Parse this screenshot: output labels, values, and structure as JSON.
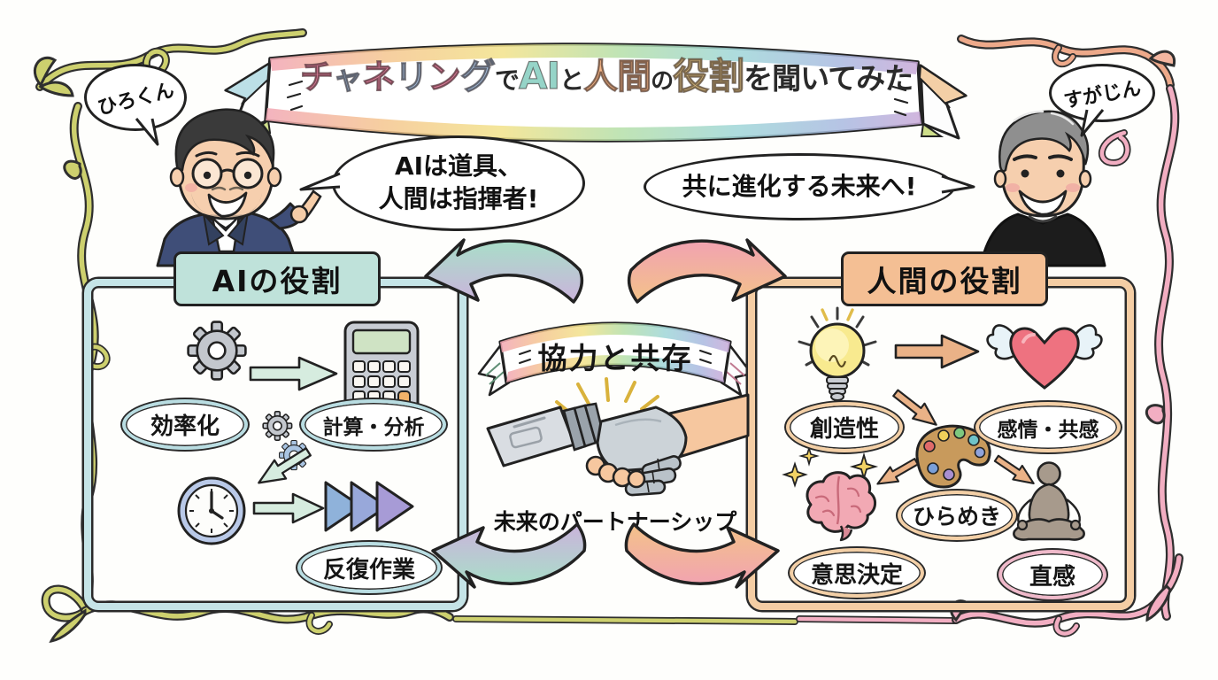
{
  "title": {
    "full_text": "チャネリングでAIと人間の役割を聞いてみた",
    "segments": [
      {
        "t": "チ",
        "c": "#e2829e",
        "s": 38
      },
      {
        "t": "ャ",
        "c": "#a3bad6",
        "s": 34
      },
      {
        "t": "ネ",
        "c": "#e2829e",
        "s": 38
      },
      {
        "t": "リ",
        "c": "#a3bad6",
        "s": 38
      },
      {
        "t": "ン",
        "c": "#e2829e",
        "s": 38
      },
      {
        "t": "グ",
        "c": "#a3bad6",
        "s": 40
      },
      {
        "t": "で",
        "c": "#2a2a2a",
        "s": 28
      },
      {
        "t": "AI",
        "c": "#96d4c8",
        "s": 42
      },
      {
        "t": "と",
        "c": "#2a2a2a",
        "s": 28
      },
      {
        "t": "人間",
        "c": "#f2b385",
        "s": 39
      },
      {
        "t": "の",
        "c": "#2a2a2a",
        "s": 26
      },
      {
        "t": "役割",
        "c": "#dfc183",
        "s": 41
      },
      {
        "t": "を聞いてみた",
        "c": "#2a2a2a",
        "s": 33
      }
    ]
  },
  "people": {
    "left": {
      "name": "ひろくん",
      "quote": "AIは道具、\n人間は指揮者!"
    },
    "right": {
      "name": "すがじん",
      "quote": "共に進化する未来へ!"
    }
  },
  "ai_box": {
    "header": "AIの役割",
    "labels": {
      "efficiency": "効率化",
      "calc": "計算・分析",
      "repetitive": "反復作業"
    },
    "icons": [
      "gears-icon",
      "calculator-icon",
      "clock-icon",
      "fast-forward-icon"
    ],
    "accent": "#bfe2da",
    "border": "#c5e4e7"
  },
  "human_box": {
    "header": "人間の役割",
    "labels": {
      "creativity": "創造性",
      "empathy": "感情・共感",
      "inspiration": "ひらめき",
      "decision": "意思決定",
      "intuition": "直感"
    },
    "icons": [
      "lightbulb-icon",
      "winged-heart-icon",
      "palette-icon",
      "brain-icon",
      "meditation-icon"
    ],
    "accent": "#f4bf94",
    "border": "#f4cda4"
  },
  "center": {
    "banner": "協力と共存",
    "caption": "未来のパートナーシップ",
    "icon": "robot-human-handshake-icon"
  },
  "colors": {
    "frame_left": "#cdd06e",
    "frame_right": "#f2aec2",
    "frame_top_right": "#eda98a",
    "arrow_mint": "#a8dfc8",
    "arrow_lavender": "#cbb3dc",
    "arrow_pink": "#f2a2b2",
    "arrow_orange": "#f3c289",
    "suit_navy": "#3f4e78",
    "skin": "#f6cda8"
  }
}
